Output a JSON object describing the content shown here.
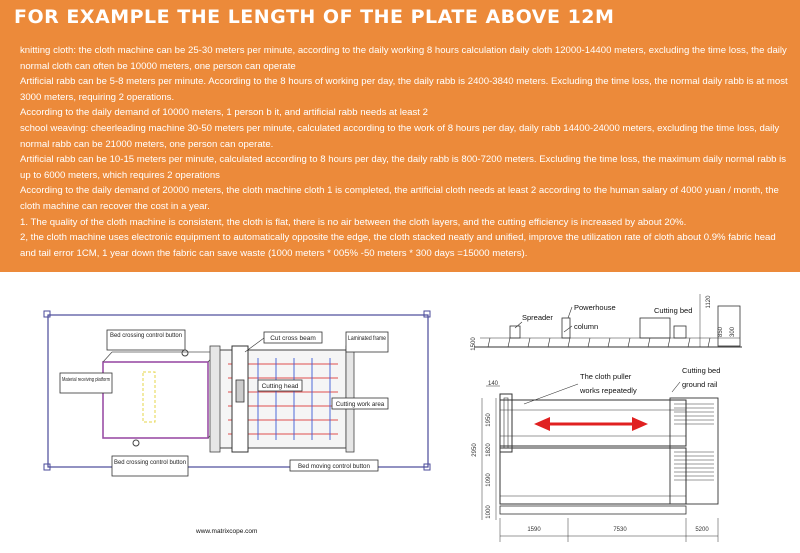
{
  "header": {
    "title": "FOR EXAMPLE THE LENGTH OF THE PLATE ABOVE 12M"
  },
  "body": {
    "paragraphs": [
      "knitting cloth: the cloth machine can be 25-30 meters per minute, according to the daily working 8 hours calculation daily cloth 12000-14400 meters, excluding the time loss, the daily normal cloth can often be 10000 meters, one person can operate",
      "Artificial rabb can be 5-8 meters per minute. According to the 8 hours of working per day, the daily rabb is 2400-3840 meters. Excluding the time loss, the normal daily rabb is at most 3000 meters, requiring 2 operations.",
      "According to the daily demand of 10000 meters, 1 person b it, and artificial rabb needs at least 2",
      "school weaving: cheerleading machine 30-50 meters per minute, calculated according to the work of 8 hours per day, daily rabb 14400-24000 meters, excluding the time loss, daily normal rabb can be 21000 meters, one person can operate.",
      "Artificial rabb can be 10-15 meters per minute, calculated according to 8 hours per day, the daily rabb is 800-7200 meters. Excluding the time loss, the maximum daily normal rabb is up to 6000 meters, which requires 2 operations",
      "According to the daily demand of 20000 meters, the cloth machine cloth 1 is completed, the artificial cloth needs at least 2 according to the human salary of 4000 yuan / month, the cloth machine can recover the cost in a year.",
      "1. The quality of the cloth machine is consistent, the cloth is flat, there is no air between the cloth layers, and the cutting efficiency is increased by about 20%.",
      "2, the cloth machine uses electronic equipment to automatically opposite the edge, the cloth stacked neatly and unified, improve the utilization rate of cloth about 0.9% fabric head and tail error 1CM, 1 year down the fabric can save waste (1000 meters * 005% -50 meters * 300 days =15000 meters)."
    ]
  },
  "left_diagram": {
    "labels": {
      "bed_crossing_top": "Bed crossing control button",
      "cut_cross_beam": "Cut cross beam",
      "laminated_frame": "Laminated frame",
      "material_receiving": "Material receiving platform",
      "cutting_head": "Cutting head",
      "cutting_work_area": "Cutting work area",
      "bed_crossing_bottom": "Bed crossing control button",
      "bed_moving": "Bed moving control button"
    },
    "website": "www.matrixcope.com",
    "colors": {
      "frame": "#4a4a9a",
      "receiving_platform": "#9b4fa6",
      "dashed_yellow": "#e6d44a",
      "grid_red": "#e05050",
      "grid_blue": "#3c5bd6"
    }
  },
  "right_diagram": {
    "labels": {
      "spreader": "Spreader",
      "powerhouse": "Powerhouse",
      "column": "column",
      "cutting_bed_top": "Cutting bed",
      "cloth_puller": "The cloth puller",
      "works_repeatedly": "works repeatedly",
      "cutting_bed_right": "Cutting bed",
      "ground_rail": "ground rail"
    },
    "dimensions": {
      "d1500": "1500",
      "d1120": "1120",
      "d850": "850",
      "d300": "300",
      "d140": "140",
      "d1950": "1950",
      "d1820": "1820",
      "d1090": "1090",
      "d2950": "2950",
      "d1000": "1000",
      "d1590": "1590",
      "d7530": "7530",
      "d5200": "5200"
    },
    "colors": {
      "arrow": "#e02020",
      "line": "#333333"
    }
  }
}
